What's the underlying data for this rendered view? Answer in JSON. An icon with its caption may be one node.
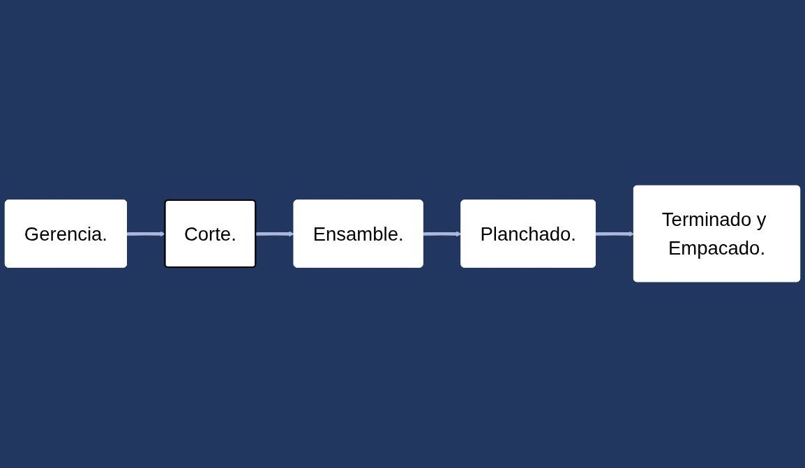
{
  "diagram": {
    "nodes": [
      {
        "text": [
          "Gerencia."
        ]
      },
      {
        "text": [
          "Corte."
        ]
      },
      {
        "text": [
          "Ensamble."
        ]
      },
      {
        "text": [
          "Planchado."
        ]
      },
      {
        "text": [
          "Terminado y Empacado."
        ]
      }
    ],
    "edges": [
      {
        "from": 0,
        "to": 1,
        "arrow": "to"
      },
      {
        "from": 1,
        "to": 2,
        "arrow": "to"
      },
      {
        "from": 2,
        "to": 3,
        "arrow": "to"
      },
      {
        "from": 3,
        "to": 4,
        "arrow": "to"
      }
    ]
  }
}
